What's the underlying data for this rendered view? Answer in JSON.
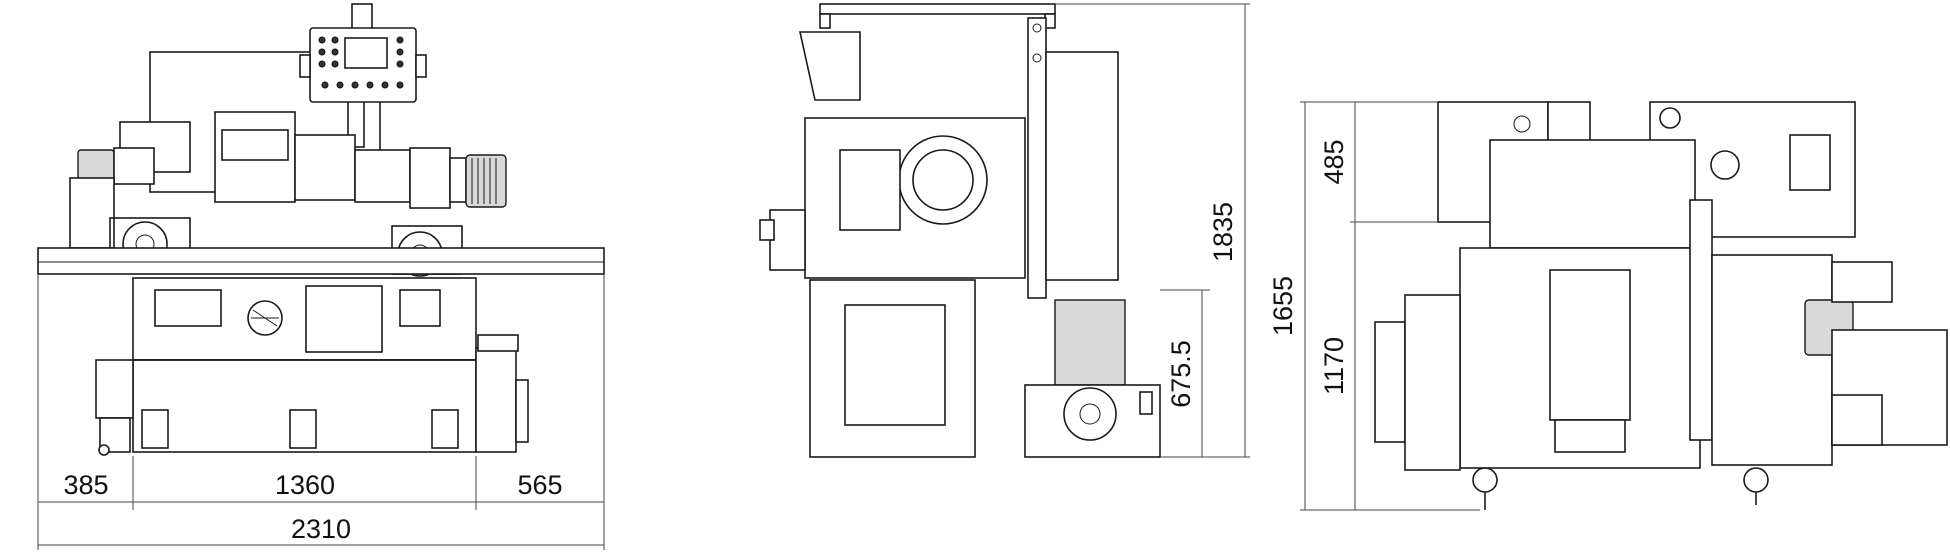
{
  "colors": {
    "line": "#1a1a1a",
    "fill": "#ffffff",
    "shade": "#d9d9d9",
    "dark": "#333333"
  },
  "front_view": {
    "dims": {
      "left_overhang": "385",
      "base_width": "1360",
      "right_overhang": "565",
      "total_width": "2310"
    }
  },
  "side_view": {
    "dims": {
      "total_height": "1835",
      "table_height": "675.5"
    }
  },
  "top_view": {
    "dims": {
      "total_depth": "1655",
      "upper_depth": "485",
      "lower_depth": "1170"
    }
  }
}
